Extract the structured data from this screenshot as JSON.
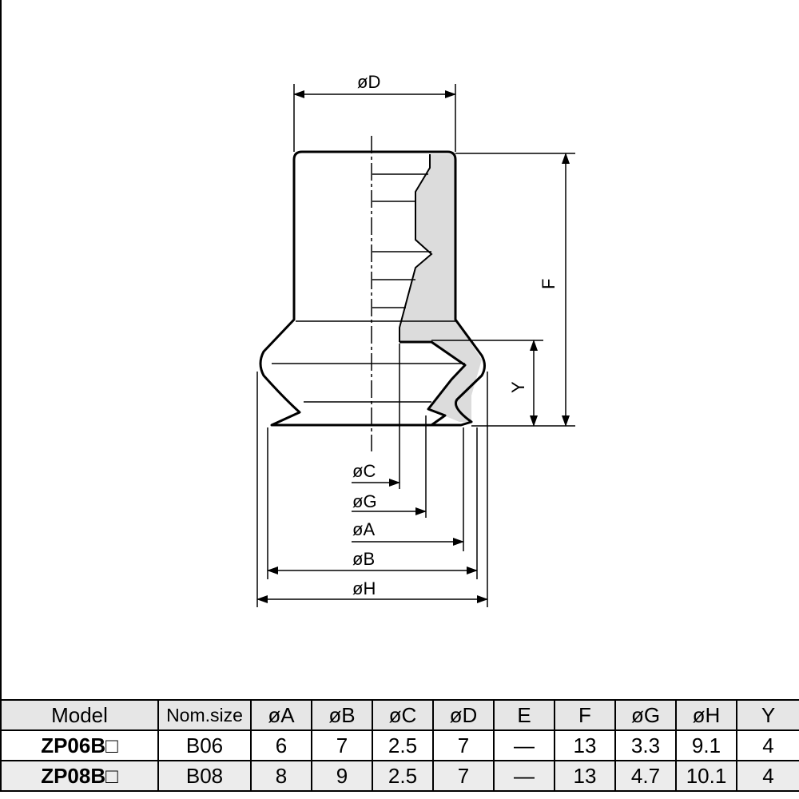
{
  "diagram": {
    "labels": {
      "dia_d": "øD",
      "f": "F",
      "y": "Y",
      "dia_c": "øC",
      "dia_g": "øG",
      "dia_a": "øA",
      "dia_b": "øB",
      "dia_h": "øH"
    },
    "colors": {
      "line": "#000000",
      "section_fill": "#dcdcdc"
    }
  },
  "table": {
    "headers": [
      "Model",
      "Nom.size",
      "øA",
      "øB",
      "øC",
      "øD",
      "E",
      "F",
      "øG",
      "øH",
      "Y"
    ],
    "rows": [
      [
        "ZP06B□",
        "B06",
        "6",
        "7",
        "2.5",
        "7",
        "—",
        "13",
        "3.3",
        "9.1",
        "4"
      ],
      [
        "ZP08B□",
        "B08",
        "8",
        "9",
        "2.5",
        "7",
        "—",
        "13",
        "4.7",
        "10.1",
        "4"
      ]
    ]
  }
}
